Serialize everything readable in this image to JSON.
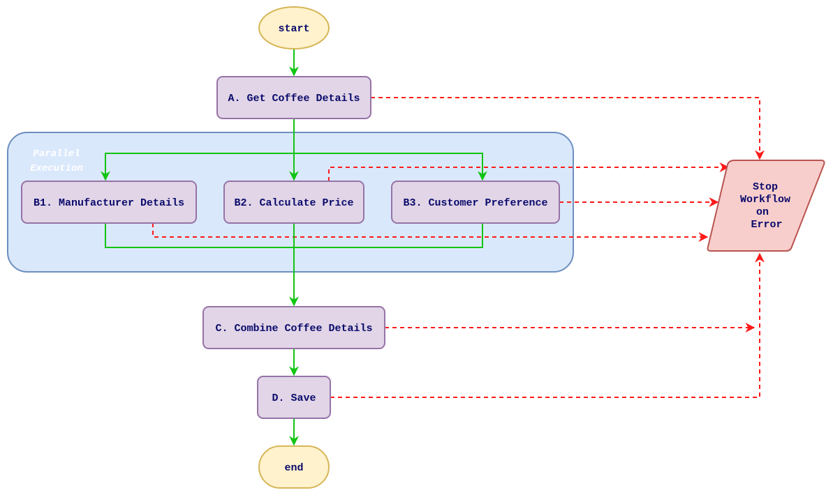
{
  "diagram": {
    "title": "Coffee Details Workflow",
    "colors": {
      "flow_arrow": "#11c411",
      "error_arrow": "#ff1a1a",
      "process_fill": "#e1d5e7",
      "process_stroke": "#9673a6",
      "terminal_fill": "#fff2cc",
      "terminal_stroke": "#d6b656",
      "group_fill": "#dae8fc",
      "group_stroke": "#6c8ebf",
      "error_fill": "#f8cecc",
      "error_stroke": "#b85450",
      "text": "#0a0a6b"
    },
    "group": {
      "label_line1": "Parallel",
      "label_line2": "Execution"
    },
    "nodes": {
      "start": {
        "label": "start",
        "shape": "ellipse"
      },
      "a": {
        "label": "A. Get Coffee Details",
        "shape": "rounded-rect"
      },
      "b1": {
        "label": "B1. Manufacturer Details",
        "shape": "rounded-rect"
      },
      "b2": {
        "label": "B2. Calculate Price",
        "shape": "rounded-rect"
      },
      "b3": {
        "label": "B3. Customer Preference",
        "shape": "rounded-rect"
      },
      "c": {
        "label": "C. Combine Coffee Details",
        "shape": "rounded-rect"
      },
      "d": {
        "label": "D. Save",
        "shape": "rounded-rect"
      },
      "end": {
        "label": "end",
        "shape": "ellipse"
      },
      "stop": {
        "label_lines": [
          "Stop",
          "Workflow",
          "on",
          "Error"
        ],
        "shape": "parallelogram"
      }
    },
    "edges": [
      {
        "from": "start",
        "to": "a",
        "type": "flow"
      },
      {
        "from": "a",
        "to": "b1",
        "type": "flow"
      },
      {
        "from": "a",
        "to": "b2",
        "type": "flow"
      },
      {
        "from": "a",
        "to": "b3",
        "type": "flow"
      },
      {
        "from": "b1",
        "to": "c",
        "type": "flow"
      },
      {
        "from": "b2",
        "to": "c",
        "type": "flow"
      },
      {
        "from": "b3",
        "to": "c",
        "type": "flow"
      },
      {
        "from": "c",
        "to": "d",
        "type": "flow"
      },
      {
        "from": "d",
        "to": "end",
        "type": "flow"
      },
      {
        "from": "a",
        "to": "stop",
        "type": "error"
      },
      {
        "from": "b1",
        "to": "stop",
        "type": "error"
      },
      {
        "from": "b2",
        "to": "stop",
        "type": "error"
      },
      {
        "from": "b3",
        "to": "stop",
        "type": "error"
      },
      {
        "from": "c",
        "to": "stop",
        "type": "error"
      },
      {
        "from": "d",
        "to": "stop",
        "type": "error"
      }
    ]
  }
}
